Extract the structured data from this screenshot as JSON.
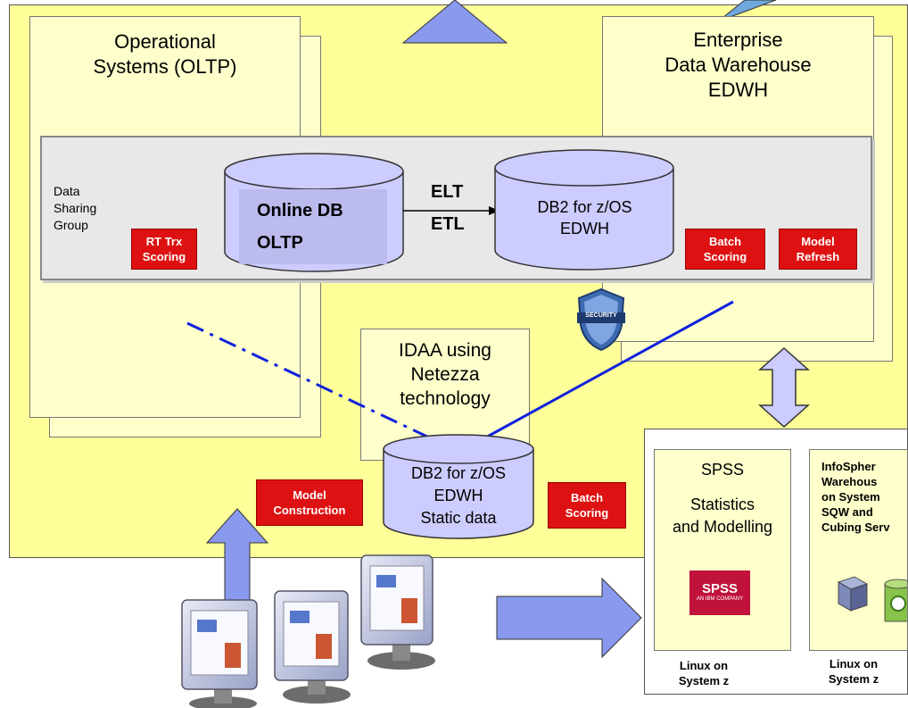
{
  "operational": {
    "title_line1": "Operational",
    "title_line2": "Systems (OLTP)"
  },
  "edwh": {
    "title_line1": "Enterprise",
    "title_line2": "Data Warehouse",
    "title_line3": "EDWH"
  },
  "band": {
    "dsg_line1": "Data",
    "dsg_line2": "Sharing",
    "dsg_line3": "Group"
  },
  "online_db": {
    "line1": "Online DB",
    "line2": "OLTP"
  },
  "elt_label": "ELT",
  "etl_label": "ETL",
  "db2_edwh": {
    "line1": "DB2 for z/OS",
    "line2": "EDWH"
  },
  "rt_trx": {
    "line1": "RT Trx",
    "line2": "Scoring"
  },
  "batch_scoring_top": {
    "line1": "Batch",
    "line2": "Scoring"
  },
  "model_refresh": {
    "line1": "Model",
    "line2": "Refresh"
  },
  "security_badge": "SECURITY",
  "idaa": {
    "line1": "IDAA using",
    "line2": "Netezza",
    "line3": "technology"
  },
  "db2_static": {
    "line1": "DB2 for z/OS",
    "line2": "EDWH",
    "line3": "Static data"
  },
  "model_construction": {
    "line1": "Model",
    "line2": "Construction"
  },
  "batch_scoring_bottom": {
    "line1": "Batch",
    "line2": "Scoring"
  },
  "spss_panel": {
    "title": "SPSS",
    "line1": "Statistics",
    "line2": "and Modelling",
    "logo_text": "SPSS",
    "logo_sub": "AN IBM COMPANY"
  },
  "infosphere_panel": {
    "line1": "InfoSpher",
    "line2": "Warehous",
    "line3": "on System",
    "line4": "SQW and",
    "line5": "Cubing Serv"
  },
  "linux_left": {
    "line1": "Linux on",
    "line2": "System z"
  },
  "linux_right": {
    "line1": "Linux on",
    "line2": "System z"
  },
  "colors": {
    "accent_red": "#dd1111",
    "arrow_blue": "#8899ee",
    "line_blue": "#1122dd",
    "panel_yellow": "#ffffcc",
    "bg_yellow": "#ffff99"
  }
}
